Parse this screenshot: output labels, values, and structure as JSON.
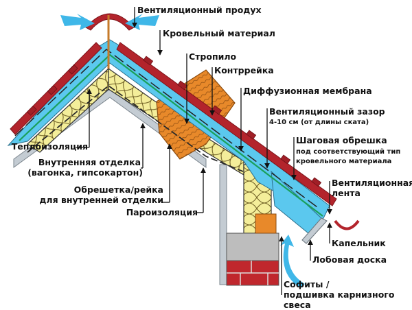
{
  "diagram": {
    "title": "Roof cross-section with ventilation",
    "colors": {
      "roofing": "#b3242c",
      "roofing_dark": "#7d141a",
      "air_gap": "#5bc8ee",
      "air_gap_light": "#a8e2f6",
      "insulation": "#f4ee9a",
      "insulation_line": "#6b5b20",
      "rafter": "#e8892a",
      "rafter_line": "#8a4b10",
      "membrane": "#1aa05a",
      "vapor_barrier": "#2a2a2a",
      "inner_lining": "#b9c3cc",
      "brick": "#c0272d",
      "concrete": "#b9b9b9",
      "airflow": "#3fb7e8"
    },
    "labels": {
      "ventilation_outlet": "Вентиляционный продух",
      "roofing_material": "Кровельный материал",
      "rafter": "Стропило",
      "counter_batten": "Контррейка",
      "diffusion_membrane": "Диффузионная мембрана",
      "ventilation_gap": "Вентиляционный зазор",
      "ventilation_gap_note": "4-10 см (от длины ската)",
      "step_lathing": "Шаговая обрешка",
      "step_lathing_note_1": "под соответствующий тип",
      "step_lathing_note_2": "кровельного материала",
      "ventilation_tape_1": "Вентиляционная",
      "ventilation_tape_2": "лента",
      "drip_edge": "Капельник",
      "fascia_board": "Лобовая доска",
      "soffit_1": "Софиты /",
      "soffit_2": "подшивка карнизного",
      "soffit_3": "свеса",
      "thermal_insulation": "Теплоизоляция",
      "inner_finish_1": "Внутренняя отделка",
      "inner_finish_2": "(вагонка, гипсокартон)",
      "inner_lathing_1": "Обрешетка/рейка",
      "inner_lathing_2": "для внутренней отделки",
      "vapor_barrier": "Пароизоляция"
    }
  }
}
